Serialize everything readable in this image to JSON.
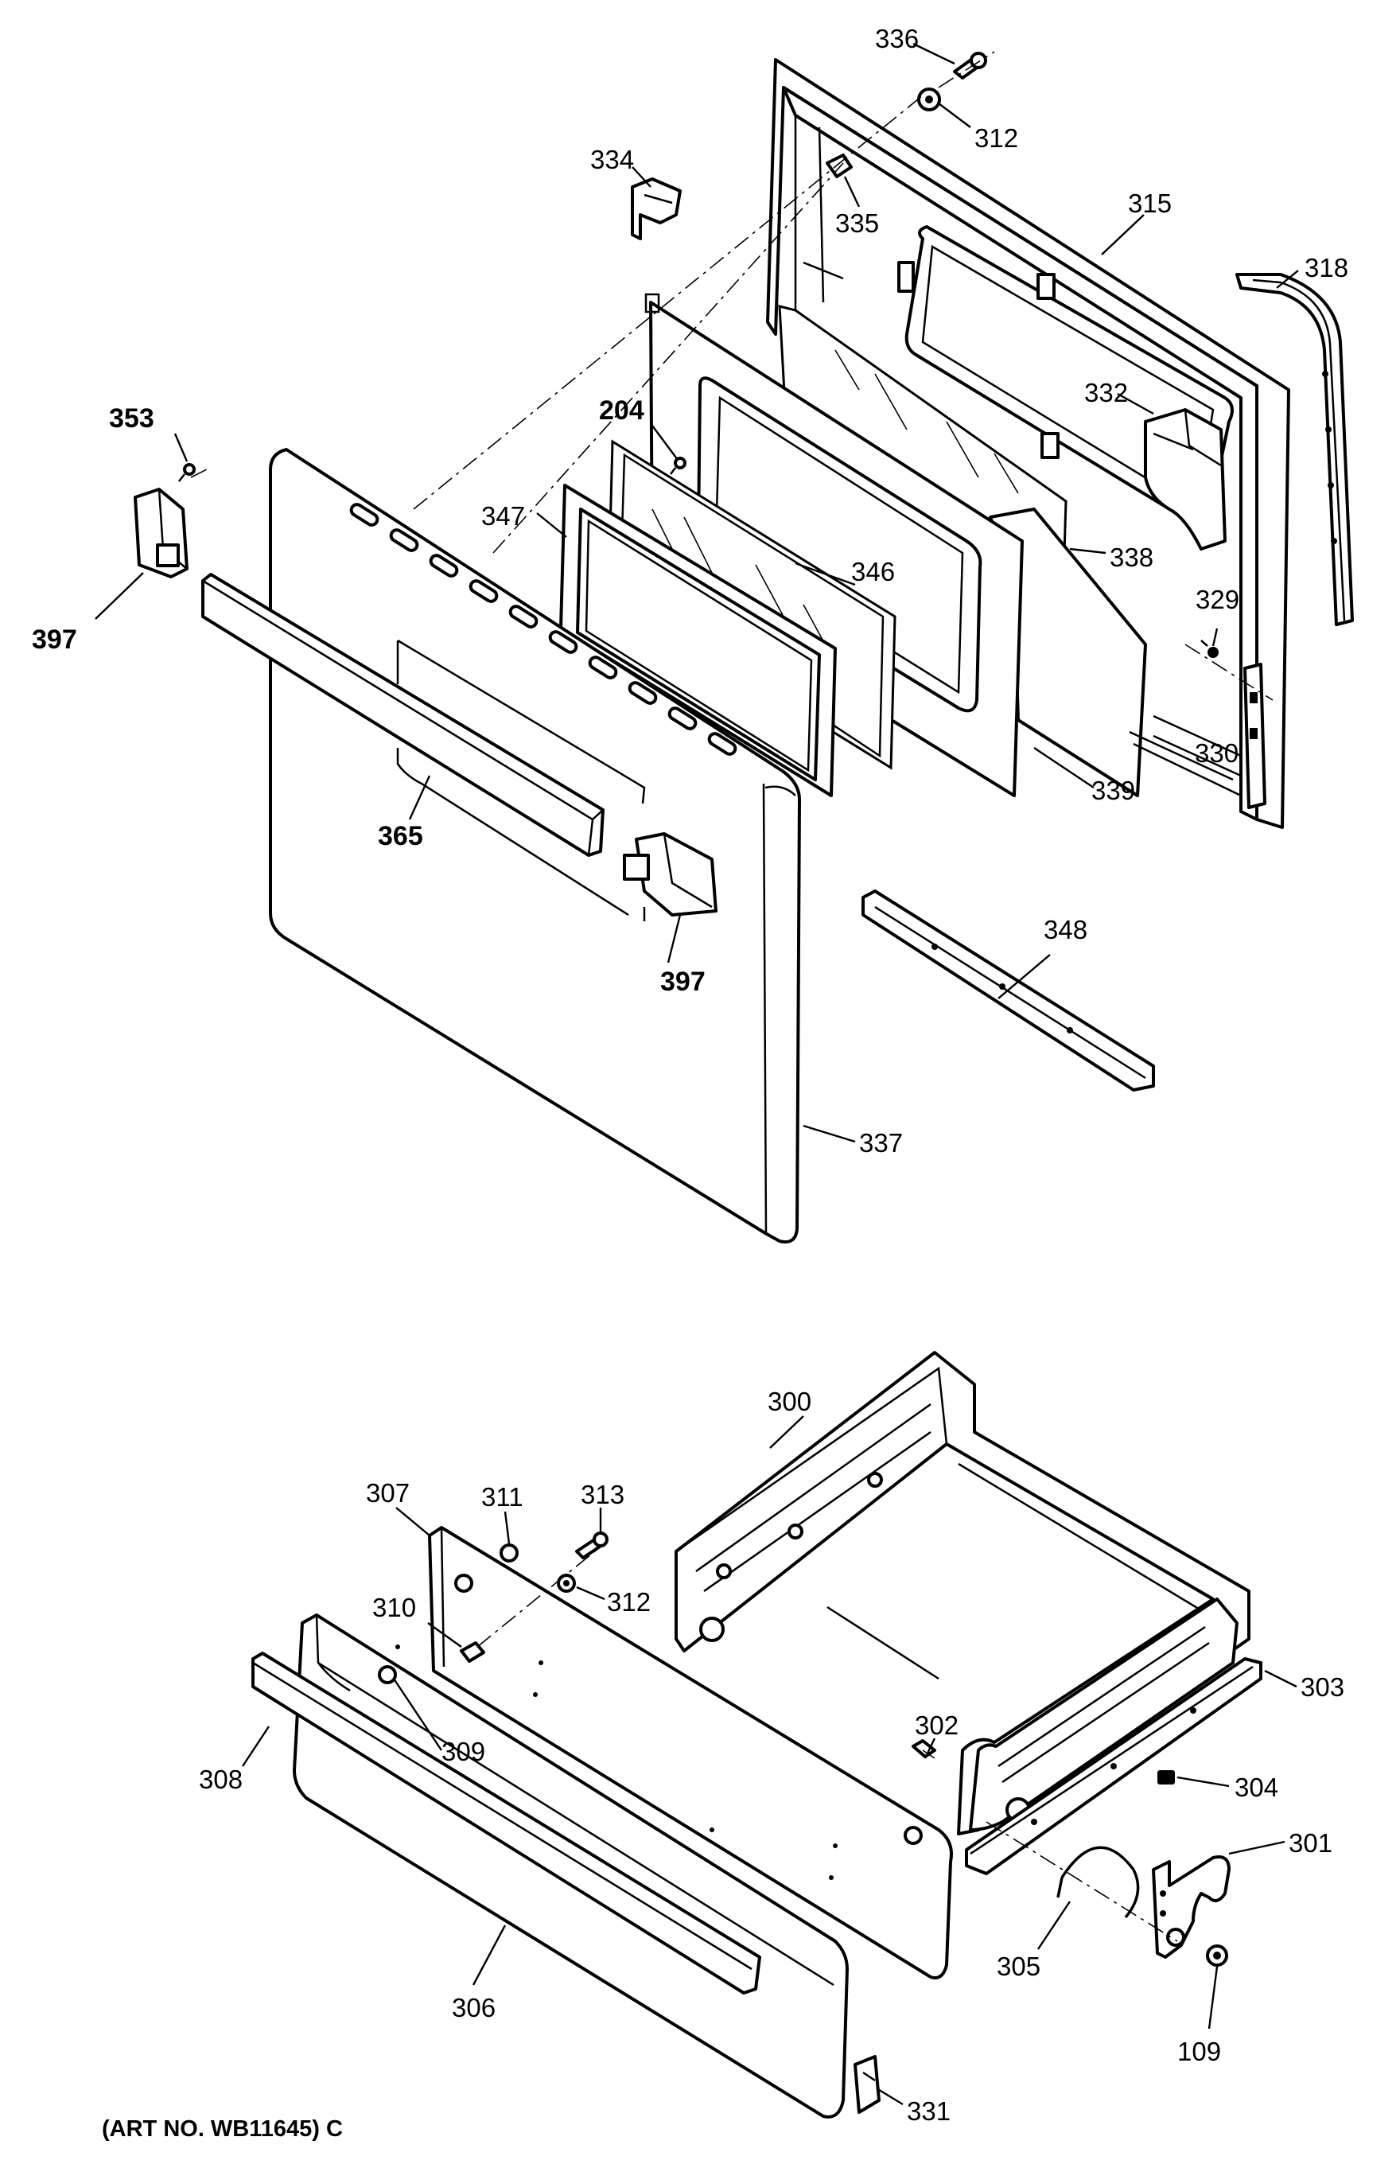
{
  "callouts": {
    "c336": "336",
    "c312a": "312",
    "c334": "334",
    "c335": "335",
    "c315": "315",
    "c318": "318",
    "c353": "353",
    "c204": "204",
    "c332": "332",
    "c347": "347",
    "c346": "346",
    "c338": "338",
    "c397a": "397",
    "c329": "329",
    "c330": "330",
    "c339": "339",
    "c365": "365",
    "c397b": "397",
    "c348": "348",
    "c337": "337",
    "c300": "300",
    "c307": "307",
    "c311": "311",
    "c313": "313",
    "c312b": "312",
    "c310": "310",
    "c302": "302",
    "c303": "303",
    "c309": "309",
    "c308": "308",
    "c304": "304",
    "c301": "301",
    "c305": "305",
    "c306": "306",
    "c109": "109",
    "c331": "331"
  },
  "caption": "(ART NO. WB11645) C"
}
